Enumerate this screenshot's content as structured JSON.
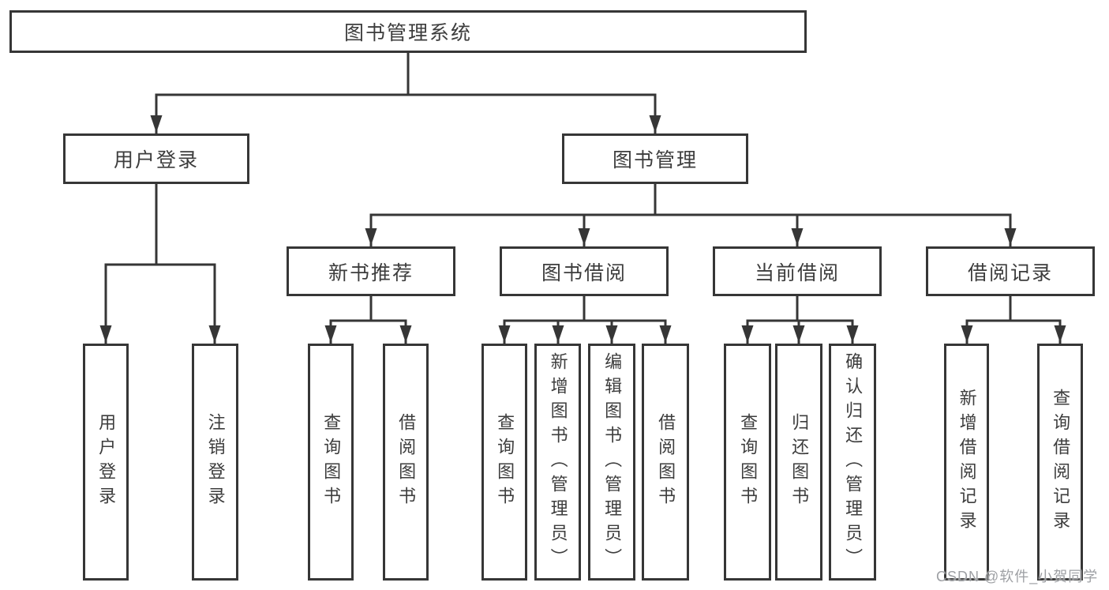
{
  "tree": {
    "label": "图书管理系统",
    "children": [
      {
        "label": "用户登录",
        "children": [
          {
            "label": "用户登录"
          },
          {
            "label": "注销登录"
          }
        ]
      },
      {
        "label": "图书管理",
        "children": [
          {
            "label": "新书推荐",
            "children": [
              {
                "label": "查询图书"
              },
              {
                "label": "借阅图书"
              }
            ]
          },
          {
            "label": "图书借阅",
            "children": [
              {
                "label": "查询图书"
              },
              {
                "label": "新增图书（管理员）"
              },
              {
                "label": "编辑图书（管理员）"
              },
              {
                "label": "借阅图书"
              }
            ]
          },
          {
            "label": "当前借阅",
            "children": [
              {
                "label": "查询图书"
              },
              {
                "label": "归还图书"
              },
              {
                "label": "确认归还（管理员）"
              }
            ]
          },
          {
            "label": "借阅记录",
            "children": [
              {
                "label": "新增借阅记录"
              },
              {
                "label": "查询借阅记录"
              }
            ]
          }
        ]
      }
    ]
  },
  "colors": {
    "line": "#363636",
    "text": "#3d3d3d",
    "watermark": "#9ea0a4",
    "background": "#ffffff"
  },
  "watermark": "CSDN @软件_小贺同学"
}
